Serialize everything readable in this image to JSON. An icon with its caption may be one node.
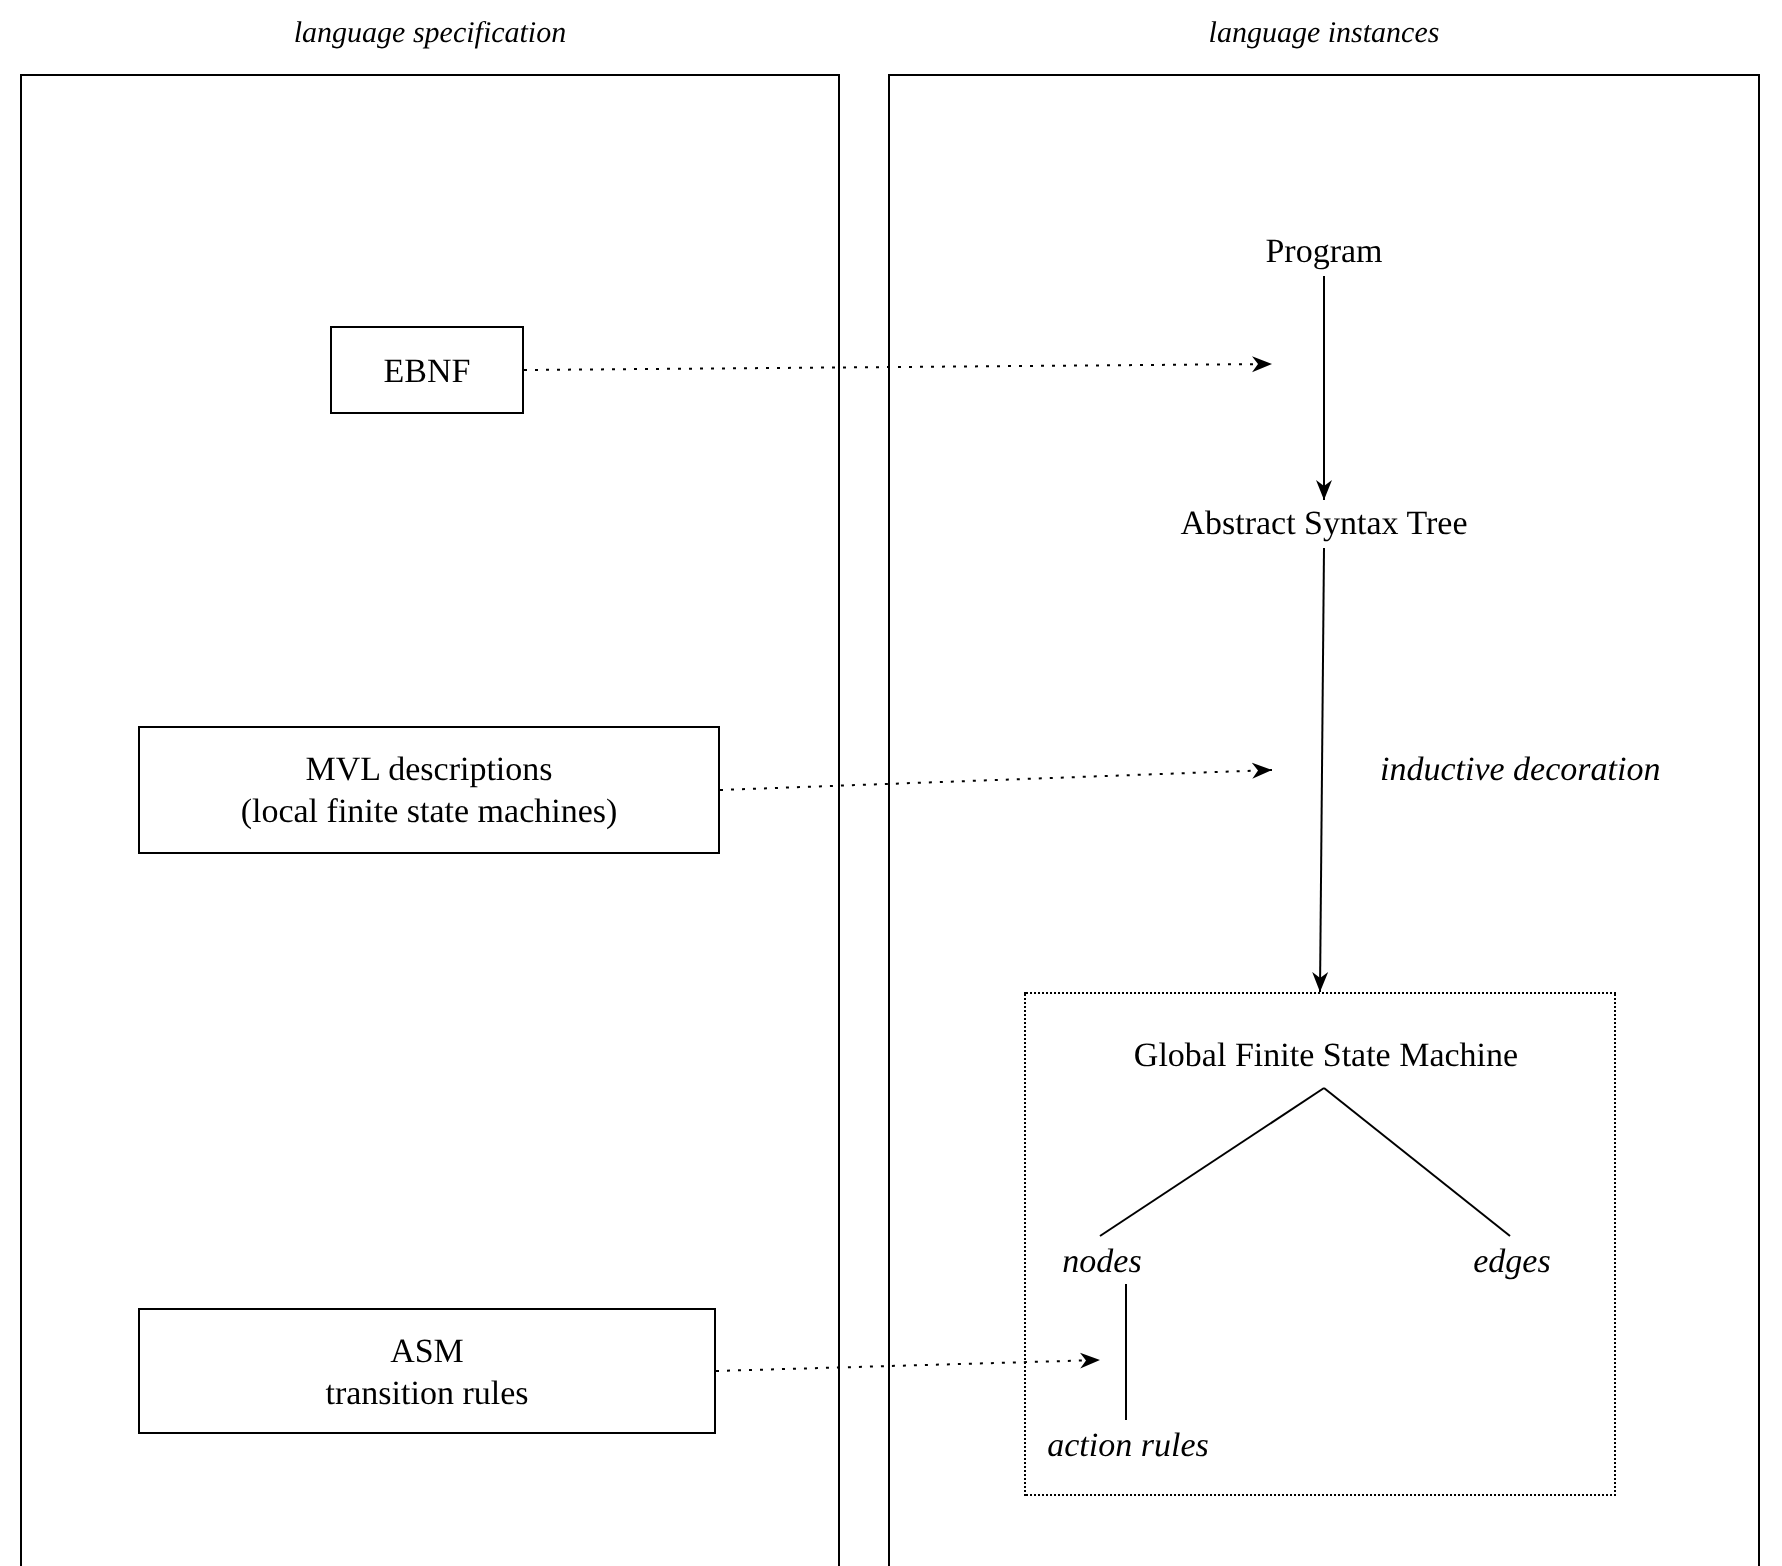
{
  "diagram": {
    "nodes": [
      {
        "text": [
          "language specification"
        ]
      },
      {
        "text": [
          "language instances"
        ]
      },
      {
        "text": [
          "EBNF"
        ],
        "in": 0
      },
      {
        "text": [
          "MVL descriptions",
          "(local finite state machines)"
        ],
        "in": 0
      },
      {
        "text": [
          "ASM",
          "transition rules"
        ],
        "in": 0
      },
      {
        "text": [
          "Program"
        ],
        "in": 1
      },
      {
        "text": [
          "Abstract Syntax Tree"
        ],
        "in": 1
      },
      {
        "text": [],
        "shape": "box",
        "in": 1
      },
      {
        "text": [
          "Global Finite State Machine"
        ],
        "in": 7
      },
      {
        "text": [
          "nodes"
        ],
        "in": 7
      },
      {
        "text": [
          "edges"
        ],
        "in": 7
      },
      {
        "text": [
          "action rules"
        ],
        "in": 7
      }
    ],
    "edges": [
      {
        "from": 2,
        "to": null,
        "arrow": "to",
        "style": "dashed"
      },
      {
        "from": 5,
        "to": 6,
        "arrow": "to"
      },
      {
        "from": 6,
        "to": 7,
        "arrow": "to",
        "label": "inductive decoration"
      },
      {
        "from": 3,
        "to": null,
        "arrow": "to",
        "style": "dashed"
      },
      {
        "from": 8,
        "to": 9,
        "arrow": "none"
      },
      {
        "from": 8,
        "to": 10,
        "arrow": "none"
      },
      {
        "from": 9,
        "to": 11,
        "arrow": "none"
      },
      {
        "from": 4,
        "to": null,
        "arrow": "to",
        "style": "dashed"
      }
    ]
  }
}
